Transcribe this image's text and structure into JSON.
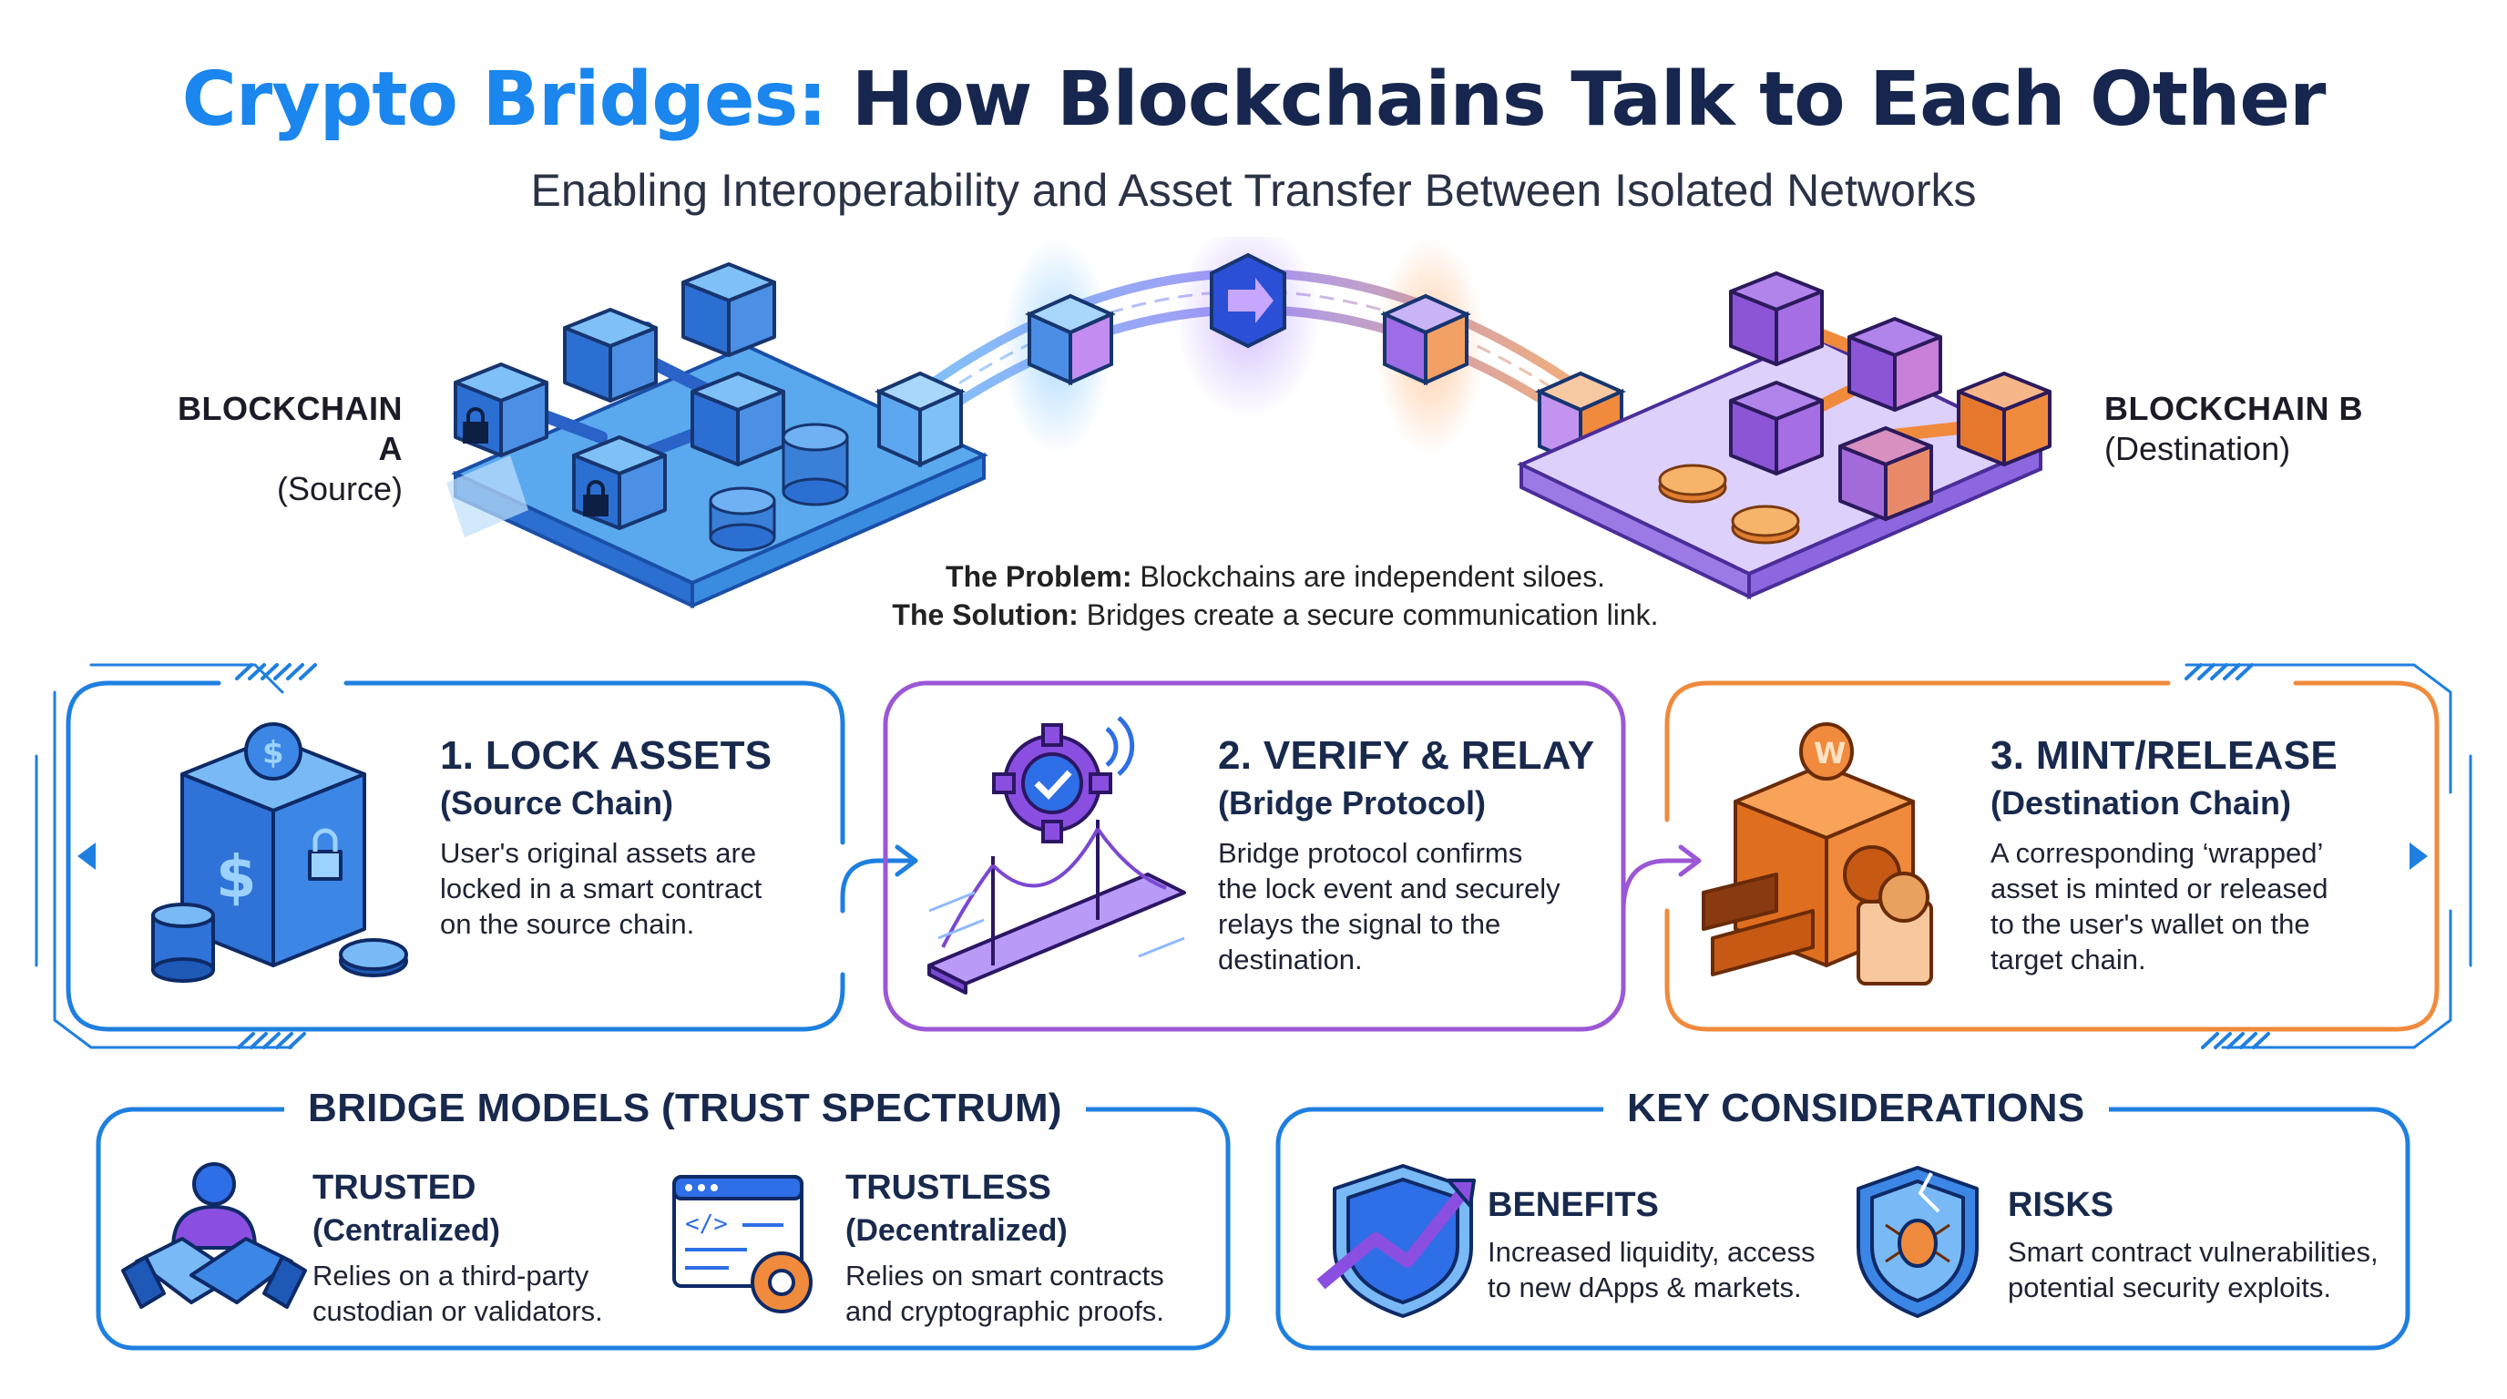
{
  "header": {
    "title_accent": "Crypto Bridges:",
    "title_rest": "How Blockchains Talk to Each Other",
    "subtitle": "Enabling Interoperability and Asset Transfer Between Isolated Networks"
  },
  "chain_a": {
    "name": "BLOCKCHAIN A",
    "role": "(Source)"
  },
  "chain_b": {
    "name": "BLOCKCHAIN B",
    "role": "(Destination)"
  },
  "problem": {
    "problem_label": "The Problem:",
    "problem_text": "Blockchains are independent siloes.",
    "solution_label": "The Solution:",
    "solution_text": "Bridges create a secure communication link."
  },
  "steps": [
    {
      "title": "1. LOCK ASSETS",
      "subtitle": "(Source Chain)",
      "desc": [
        "User's original assets are",
        "locked in a smart contract",
        "on the source chain."
      ],
      "color": "#1f7fe0"
    },
    {
      "title": "2. VERIFY & RELAY",
      "subtitle": "(Bridge Protocol)",
      "desc": [
        "Bridge protocol confirms",
        "the lock event and securely",
        "relays the signal to the",
        "destination."
      ],
      "color": "#9b57d6"
    },
    {
      "title": "3. MINT/RELEASE",
      "subtitle": "(Destination Chain)",
      "desc": [
        "A corresponding ‘wrapped’",
        "asset is minted or released",
        "to the user's wallet on the",
        "target chain."
      ],
      "color": "#f08a3c"
    }
  ],
  "models": {
    "section_title": "BRIDGE MODELS (TRUST SPECTRUM)",
    "items": [
      {
        "title": "TRUSTED",
        "subtitle": "(Centralized)",
        "desc": [
          "Relies on a third-party",
          "custodian or validators."
        ]
      },
      {
        "title": "TRUSTLESS",
        "subtitle": "(Decentralized)",
        "desc": [
          "Relies on smart contracts",
          "and cryptographic proofs."
        ]
      }
    ]
  },
  "considerations": {
    "section_title": "KEY CONSIDERATIONS",
    "items": [
      {
        "title": "BENEFITS",
        "desc": [
          "Increased liquidity, access",
          "to new dApps & markets."
        ]
      },
      {
        "title": "RISKS",
        "desc": [
          "Smart contract vulnerabilities,",
          "potential security exploits."
        ]
      }
    ]
  },
  "icons": [
    "lock-icon",
    "coin-stack-icon",
    "bridge-block-icon",
    "arrow-right-icon",
    "safe-icon",
    "gear-check-icon",
    "bridge-icon",
    "mint-machine-icon",
    "wallet-icon",
    "handshake-icon",
    "code-window-icon",
    "shield-growth-icon",
    "shield-bug-icon"
  ],
  "colors": {
    "accent_blue": "#1a86ee",
    "navy": "#16264e",
    "purple": "#9b57d6",
    "orange": "#f08a3c"
  }
}
